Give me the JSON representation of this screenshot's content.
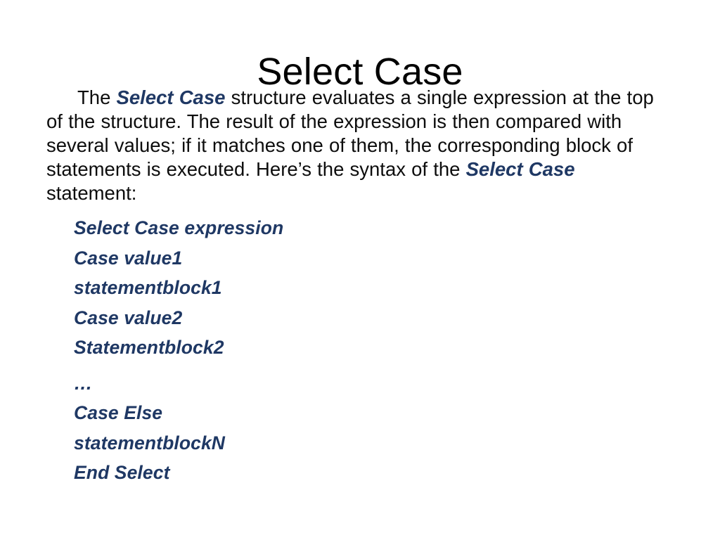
{
  "slide": {
    "title": "Select Case",
    "background_color": "#FFFFFF",
    "body_text_color": "#0D0D0D",
    "accent_color": "#1F3864"
  },
  "paragraph": {
    "seg1": "The ",
    "kw1": "Select Case",
    "seg2": " structure evaluates a single expression at the top of the structure. The result of the expression is then compared with several values; if it matches one of them, the corresponding block of statements is executed. Here’s the syntax of the ",
    "kw2": "Select Case",
    "seg3": " statement:"
  },
  "code_lines": [
    {
      "text": "Select Case expression",
      "extra_space_above": false
    },
    {
      "text": "Case value1",
      "extra_space_above": false
    },
    {
      "text": "statementblock1",
      "extra_space_above": false
    },
    {
      "text": "Case value2",
      "extra_space_above": false
    },
    {
      "text": "Statementblock2",
      "extra_space_above": false
    },
    {
      "text": "…",
      "extra_space_above": true
    },
    {
      "text": "Case Else",
      "extra_space_above": false
    },
    {
      "text": "statementblockN",
      "extra_space_above": false
    },
    {
      "text": "End Select",
      "extra_space_above": false
    }
  ]
}
